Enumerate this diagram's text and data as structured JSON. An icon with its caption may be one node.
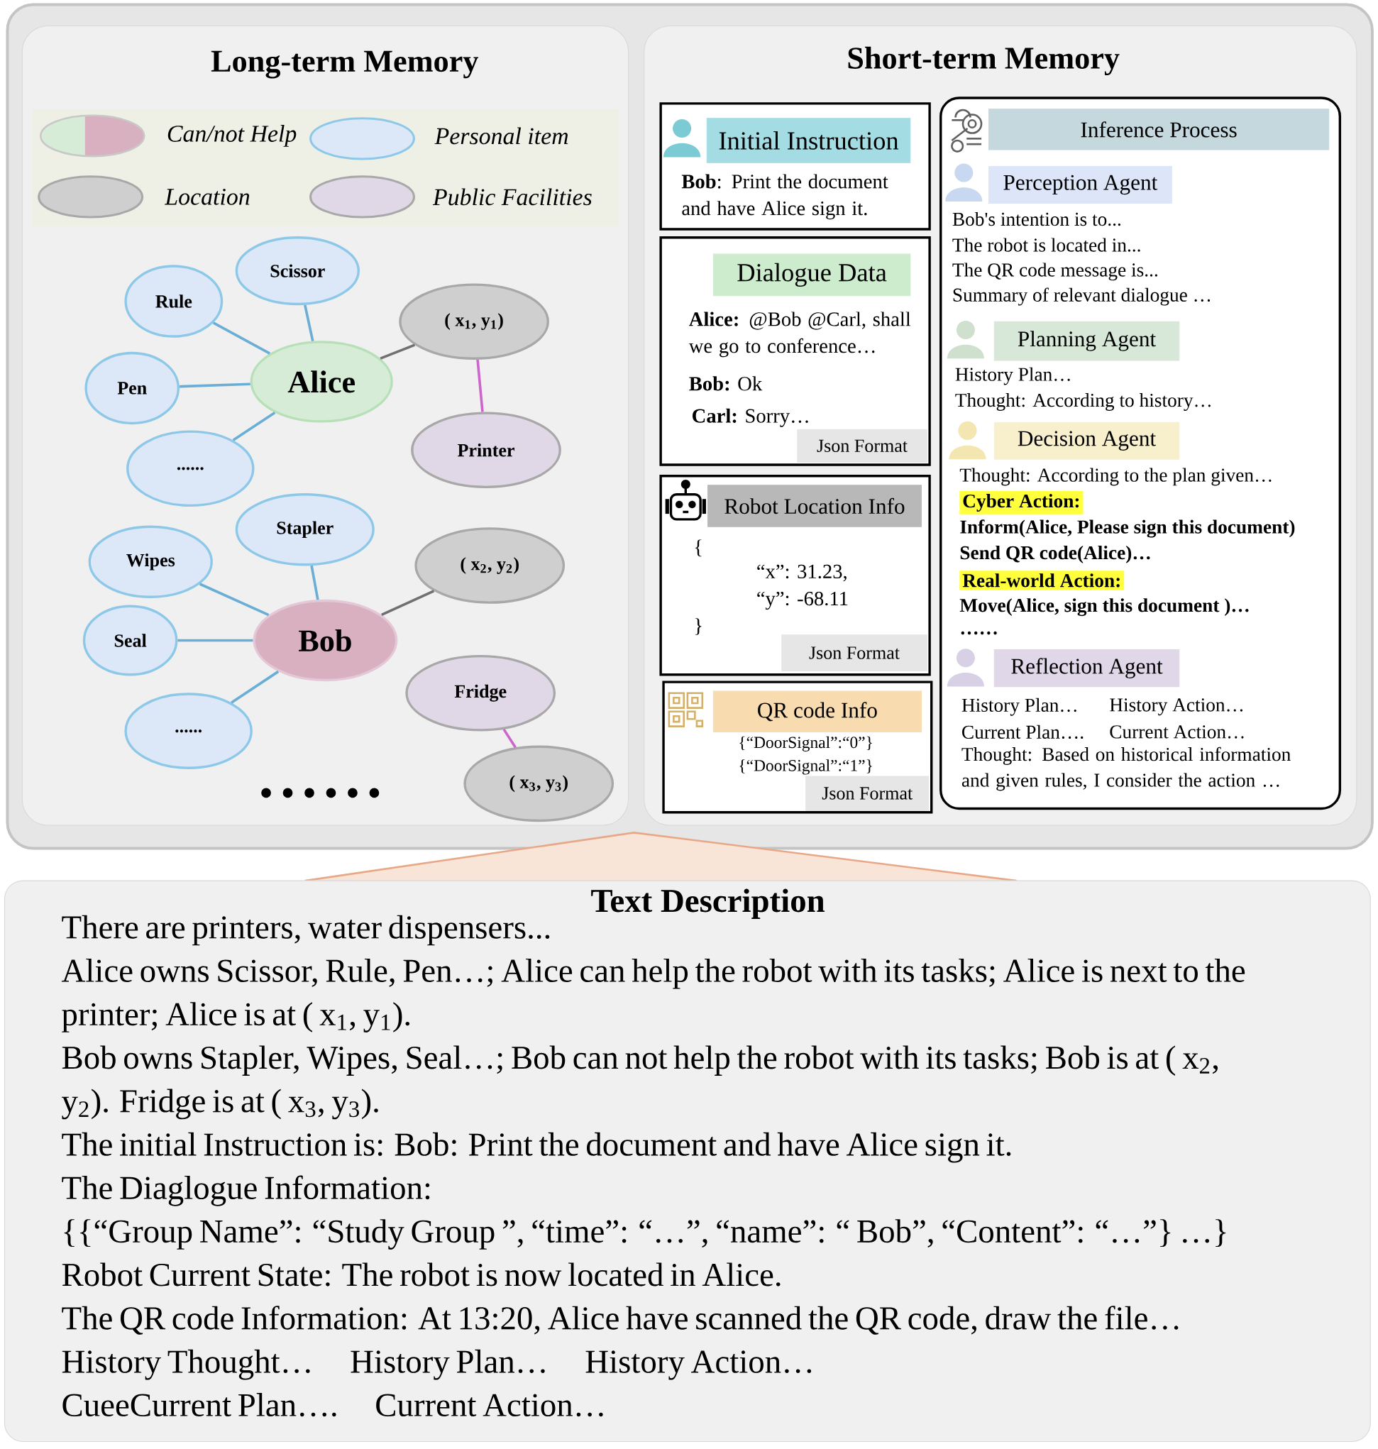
{
  "diagram": {
    "nodes": [
      {
        "text": [
          "Long-term Memory"
        ]
      },
      {
        "text": [
          "Short-term Memory"
        ]
      },
      {
        "text": [
          "Alice"
        ],
        "in": 0
      },
      {
        "text": [
          "Scissor"
        ],
        "in": 0
      },
      {
        "text": [
          "Rule"
        ],
        "in": 0
      },
      {
        "text": [
          "Pen"
        ],
        "in": 0
      },
      {
        "text": [
          "......"
        ],
        "in": 0
      },
      {
        "text": [
          "( x$_{1}$, y$_{1}$)"
        ],
        "in": 0
      },
      {
        "text": [
          "Printer"
        ],
        "in": 0
      },
      {
        "text": [
          "Stapler"
        ],
        "in": 0
      },
      {
        "text": [
          "Wipes"
        ],
        "in": 0
      },
      {
        "text": [
          "Seal"
        ],
        "in": 0
      },
      {
        "text": [
          "......"
        ],
        "in": 0
      },
      {
        "text": [
          "Bob"
        ],
        "in": 0
      },
      {
        "text": [
          "( x$_{2}$, y$_{2}$)"
        ],
        "in": 0
      },
      {
        "text": [
          "Fridge"
        ],
        "in": 0
      },
      {
        "text": [
          "( x$_{3}$, y$_{3}$)"
        ],
        "in": 0
      },
      {
        "text": [
          "**Bob**: Print the document and have Alice sign it."
        ],
        "in": 1
      },
      {
        "text": [
          "Initial Instruction"
        ],
        "in": 17
      },
      {
        "text": [
          "**Alice:** @Bob @Carl, shall we go to conference…",
          "**Bob:** Ok",
          "**Carl:** Sorry…"
        ],
        "in": 1
      },
      {
        "text": [
          "Dialogue Data"
        ],
        "in": 19
      },
      {
        "text": [
          "Json Format"
        ],
        "in": 19
      },
      {
        "text": [
          "{",
          "“x”: 31.23,",
          "“y”: -68.11",
          "}"
        ],
        "in": 1
      },
      {
        "text": [
          "Robot Location Info"
        ],
        "in": 22
      },
      {
        "text": [
          "Json Format"
        ],
        "in": 22
      },
      {
        "text": [
          "{“DoorSignal”:“0”}",
          "{“DoorSignal”:“1”}"
        ],
        "in": 1
      },
      {
        "text": [
          "QR code Info"
        ],
        "in": 25
      },
      {
        "text": [
          "Json Format"
        ],
        "in": 25
      },
      {
        "text": [],
        "shape": "box",
        "in": 1
      },
      {
        "text": [
          "Inference Process"
        ],
        "in": 28
      },
      {
        "text": [
          "Perception Agent"
        ],
        "in": 28,
        "beside": [
          "Bob's intention is to...",
          "The robot is located in...",
          "The QR code message is...",
          "Summary of relevant dialogue …"
        ]
      },
      {
        "text": [
          "Planning Agent"
        ],
        "in": 28,
        "beside": [
          "History Plan…",
          "Thought: According to history…"
        ]
      },
      {
        "text": [
          "Decision Agent"
        ],
        "in": 28,
        "beside": [
          "Thought: According to the plan given…",
          "Cyber Action:",
          "Inform(Alice, Please sign this document)",
          "Send QR code(Alice)…",
          "Real-world Action:",
          "Move(Alice, sign this document )…",
          "……"
        ]
      },
      {
        "text": [
          "Reflection Agent"
        ],
        "in": 28,
        "beside": [
          "History Plan…",
          "History Action…",
          "Current Plan….",
          "Current Action…",
          "Thought: Based on historical information and given rules, I consider the action …"
        ]
      },
      {
        "text": [
          "Text Description",
          "There are printers, water dispensers...",
          "Alice owns Scissor, Rule, Pen…; Alice can help the robot with its tasks; Alice is next to the printer; Alice is at ( x$_{1}$, y$_{1}$).",
          "Bob owns Stapler, Wipes, Seal…; Bob can not help the robot with its tasks; Bob is at ( x$_{2}$, y$_{2}$). Fridge is at ( x$_{3}$, y$_{3}$).",
          "The initial Instruction is: Bob: Print the document and have Alice sign it.",
          "The Diaglogue Information:",
          "{{“Group Name”: “Study Group ”, “time”: “…”, “name”: “ Bob”, “Content”: “…”} …}",
          "Robot Current State: The robot is now located in Alice.",
          "The QR code Information: At 13:20, Alice have scanned the QR code, draw the file…",
          "History Thought…",
          "History Plan…",
          "History Action…",
          "CueeCurrent Plan….",
          "Current Action…"
        ]
      }
    ],
    "edges": [
      {
        "from": 2,
        "to": 3,
        "arrow": "none"
      },
      {
        "from": 2,
        "to": 4,
        "arrow": "none"
      },
      {
        "from": 2,
        "to": 5,
        "arrow": "none"
      },
      {
        "from": 2,
        "to": 6,
        "arrow": "none"
      },
      {
        "from": 2,
        "to": 7,
        "arrow": "none",
        "color": "#707070"
      },
      {
        "from": 7,
        "to": 8,
        "arrow": "none",
        "color": "#cc66cc"
      },
      {
        "from": 13,
        "to": 9,
        "arrow": "none"
      },
      {
        "from": 13,
        "to": 10,
        "arrow": "none"
      },
      {
        "from": 13,
        "to": 11,
        "arrow": "none"
      },
      {
        "from": 13,
        "to": 12,
        "arrow": "none"
      },
      {
        "from": 13,
        "to": 14,
        "arrow": "none",
        "color": "#707070"
      },
      {
        "from": 15,
        "to": 16,
        "arrow": "none",
        "color": "#cc66cc"
      }
    ],
    "legend": [
      {
        "text": "Can/not Help"
      },
      {
        "text": "Personal item",
        "color": "#dce8f8"
      },
      {
        "text": "Location",
        "color": "#cfcfcf"
      },
      {
        "text": "Public Facilities",
        "color": "#e0d8e6"
      }
    ]
  }
}
